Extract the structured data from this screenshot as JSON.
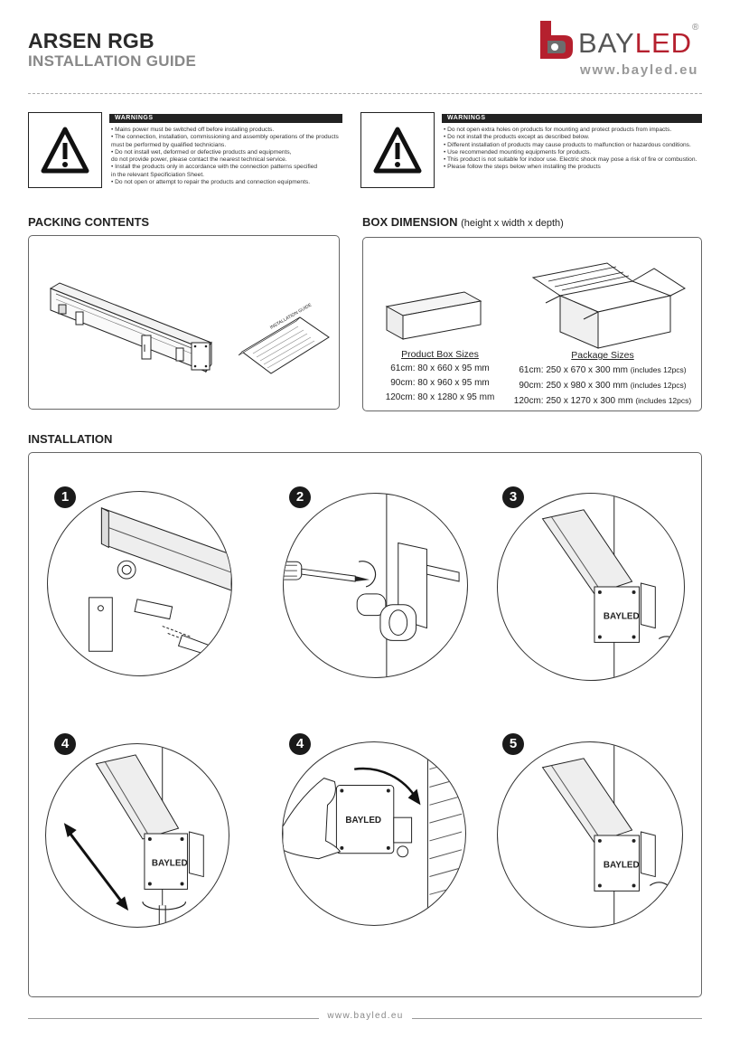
{
  "header": {
    "title": "ARSEN RGB",
    "subtitle": "INSTALLATION GUIDE",
    "brand_prefix": "BAY",
    "brand_suffix": "LED",
    "registered": "®",
    "website": "www.bayled.eu"
  },
  "warnings_left": {
    "heading": "WARNINGS",
    "items": [
      "• Mains power must be switched off before installing products.",
      "• The connection, installation, commissioning and assembly operations of the products",
      "   must be performed by qualified technicians.",
      "• Do not install wet, deformed or defective products and equipments,",
      "   do not provide power, please contact the nearest technical service.",
      "• Install the products only in accordance with the connection patterns specified",
      "   in the relevant Specificiation Sheet.",
      "• Do not open or attempt to repair the products and connection equipments."
    ]
  },
  "warnings_right": {
    "heading": "WARNINGS",
    "items": [
      "• Do not open extra holes on products for mounting and protect products from impacts.",
      "• Do not install the products except as described below.",
      "• Different installation of products may  cause products to malfunction or hazardous conditions.",
      "• Use recommended mounting equipments for products.",
      "• This product is not suitable for indoor use. Electric shock may pose a risk of fire or combustion.",
      "• Please follow the steps below when installing the products"
    ]
  },
  "packing": {
    "title": "PACKING CONTENTS",
    "document_label": "INSTALLATION GUIDE"
  },
  "box_dimension": {
    "title": "BOX DIMENSION",
    "hint": "(height x width x depth)",
    "product_box": {
      "caption": "Product Box Sizes",
      "rows": [
        "61cm: 80 x 660 x 95 mm",
        "90cm: 80 x 960 x 95 mm",
        "120cm: 80 x 1280 x 95 mm"
      ]
    },
    "package": {
      "caption": "Package Sizes",
      "rows": [
        {
          "size": "61cm: 250 x 670 x 300 mm",
          "note": "(includes 12pcs)"
        },
        {
          "size": "90cm: 250 x 980 x 300 mm",
          "note": "(includes 12pcs)"
        },
        {
          "size": "120cm: 250 x 1270 x 300 mm",
          "note": "(includes 12pcs)"
        }
      ]
    }
  },
  "installation": {
    "title": "INSTALLATION",
    "steps": [
      "1",
      "2",
      "3",
      "4",
      "4",
      "5"
    ],
    "device_brand": "BAYLED"
  },
  "footer": {
    "website": "www.bayled.eu"
  },
  "colors": {
    "brand_red": "#b5202e",
    "text_dark": "#222222",
    "text_grey": "#888888"
  }
}
